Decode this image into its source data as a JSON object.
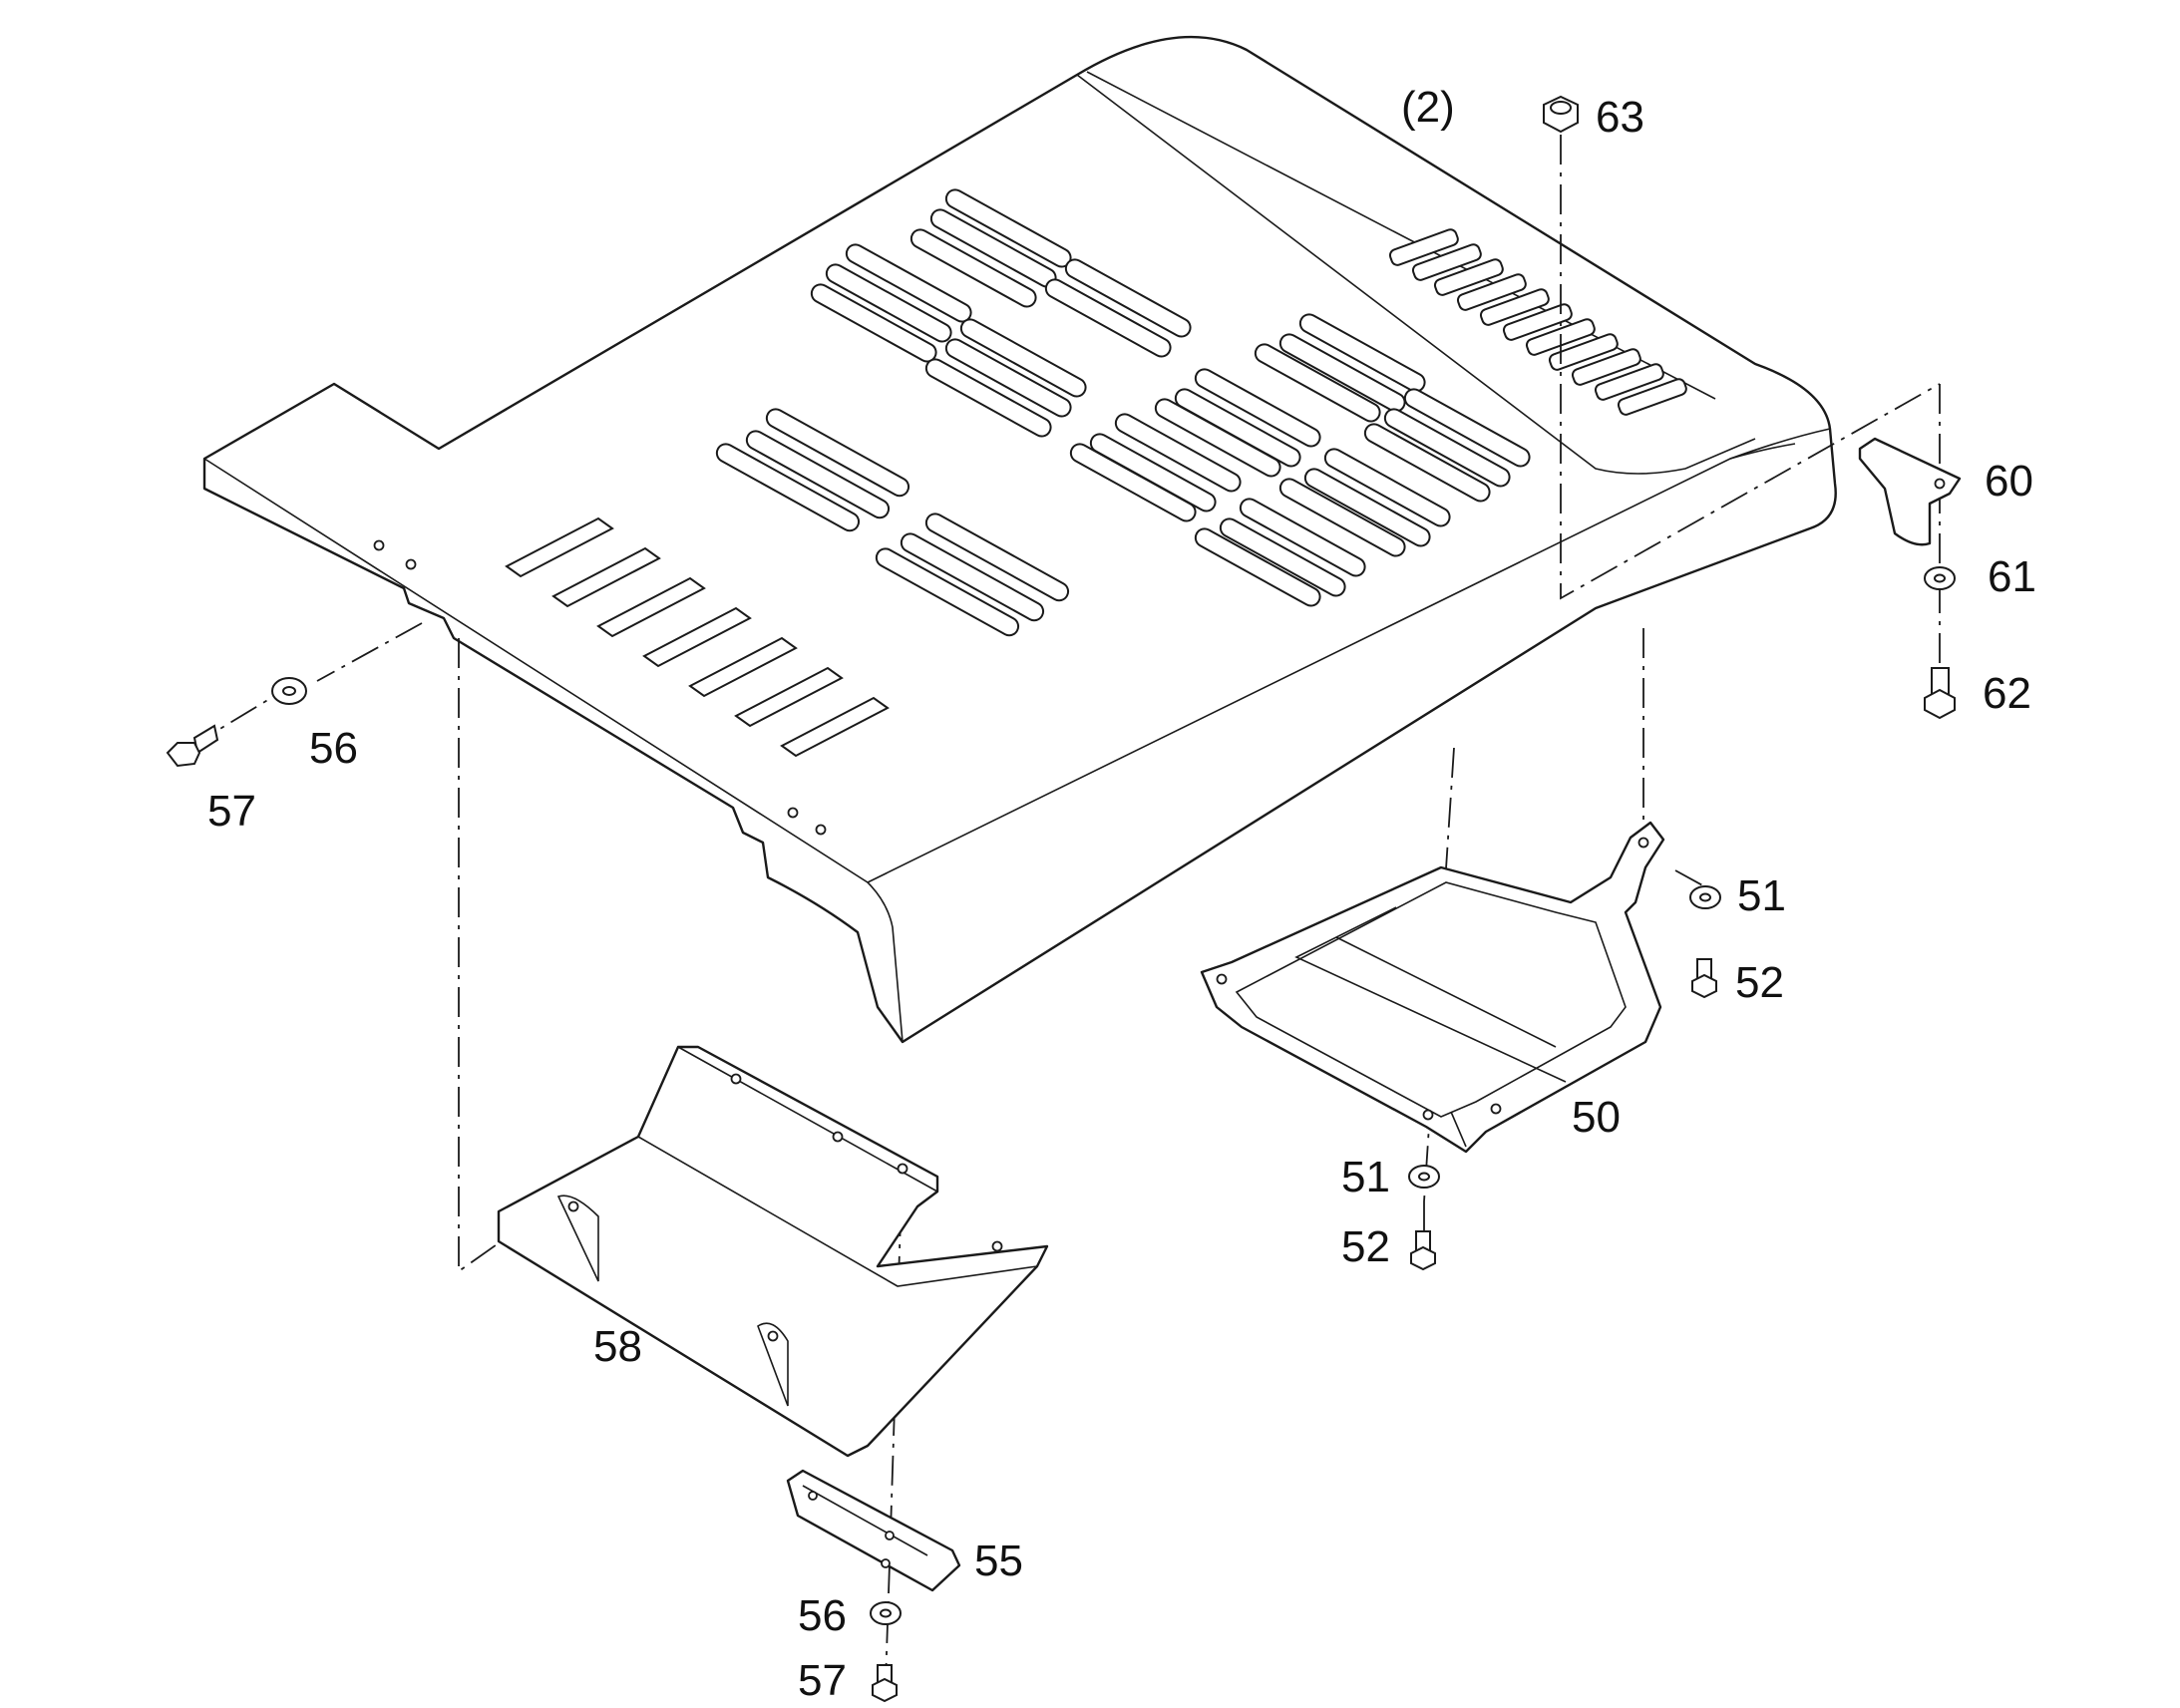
{
  "callouts": {
    "ref_2": "(2)",
    "p63": "63",
    "p60": "60",
    "p61": "61",
    "p62": "62",
    "p56_top": "56",
    "p57_top": "57",
    "p51_right": "51",
    "p52_right": "52",
    "p50": "50",
    "p51_low": "51",
    "p52_low": "52",
    "p58": "58",
    "p55": "55",
    "p56_bottom": "56",
    "p57_bottom": "57"
  }
}
